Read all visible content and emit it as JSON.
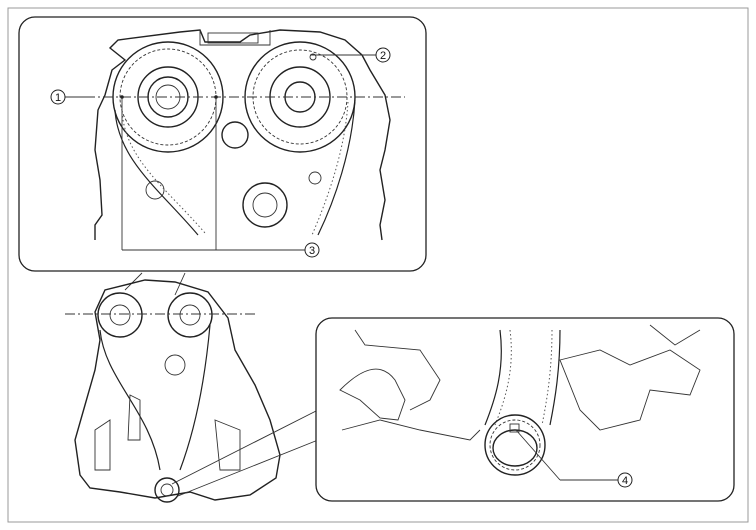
{
  "callouts": [
    {
      "label": "1",
      "name": "callout-1"
    },
    {
      "label": "2",
      "name": "callout-2"
    },
    {
      "label": "3",
      "name": "callout-3"
    },
    {
      "label": "4",
      "name": "callout-4"
    }
  ],
  "colors": {
    "line": "#222222",
    "frame": "#888888",
    "background": "#ffffff"
  }
}
